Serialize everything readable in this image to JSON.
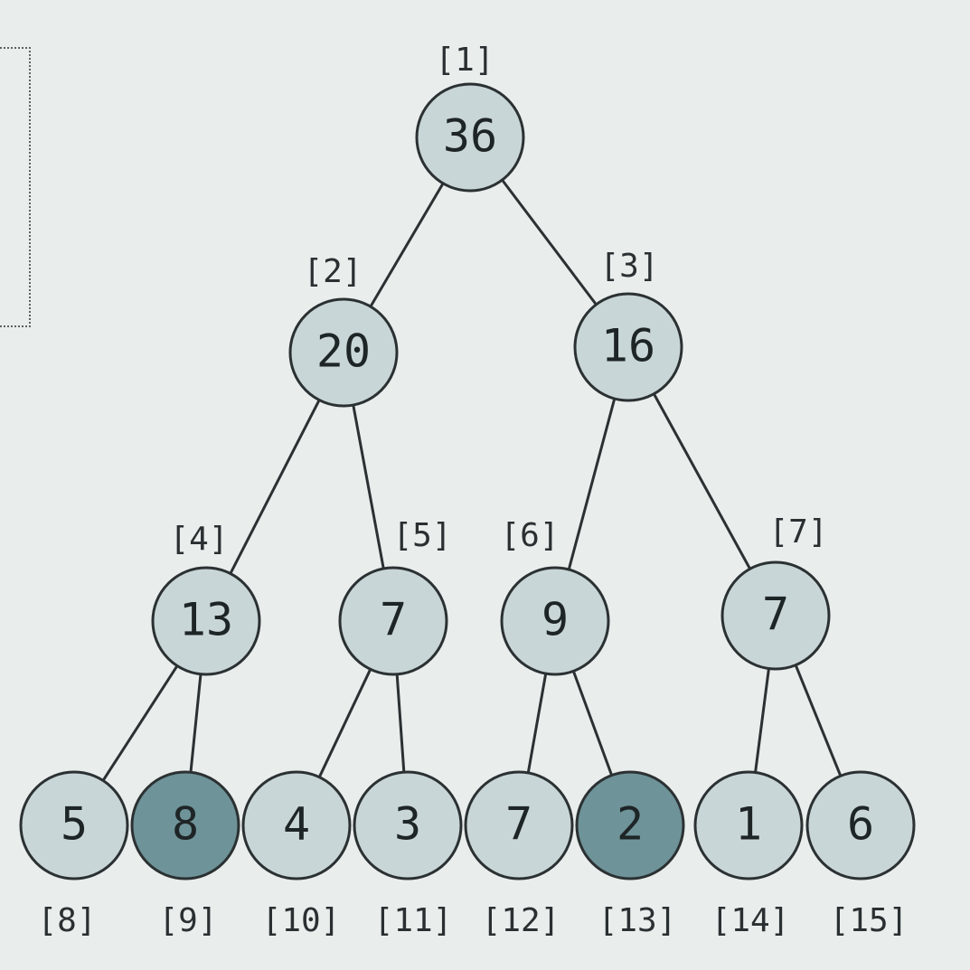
{
  "tree": {
    "nodes": [
      {
        "index_label": "[1]",
        "value": "36",
        "highlight": false
      },
      {
        "index_label": "[2]",
        "value": "20",
        "highlight": false
      },
      {
        "index_label": "[3]",
        "value": "16",
        "highlight": false
      },
      {
        "index_label": "[4]",
        "value": "13",
        "highlight": false
      },
      {
        "index_label": "[5]",
        "value": "7",
        "highlight": false
      },
      {
        "index_label": "[6]",
        "value": "9",
        "highlight": false
      },
      {
        "index_label": "[7]",
        "value": "7",
        "highlight": false
      },
      {
        "index_label": "[8]",
        "value": "5",
        "highlight": false
      },
      {
        "index_label": "[9]",
        "value": "8",
        "highlight": true
      },
      {
        "index_label": "[10]",
        "value": "4",
        "highlight": false
      },
      {
        "index_label": "[11]",
        "value": "3",
        "highlight": false
      },
      {
        "index_label": "[12]",
        "value": "7",
        "highlight": false
      },
      {
        "index_label": "[13]",
        "value": "2",
        "highlight": true
      },
      {
        "index_label": "[14]",
        "value": "1",
        "highlight": false
      },
      {
        "index_label": "[15]",
        "value": "6",
        "highlight": false
      }
    ],
    "colors": {
      "node_fill": "#c9d6d8",
      "highlight_fill": "#6e9399",
      "edge": "#2b3132",
      "background": "#e9edec"
    }
  }
}
